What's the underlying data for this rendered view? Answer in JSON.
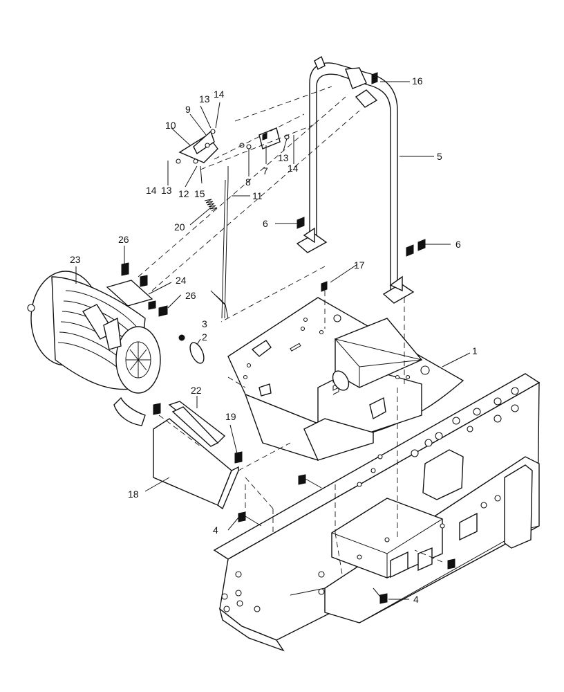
{
  "callouts": {
    "c1": "1",
    "c2": "2",
    "c3": "3",
    "c4a": "4",
    "c4b": "4",
    "c5": "5",
    "c6a": "6",
    "c6b": "6",
    "c7": "7",
    "c8": "8",
    "c9": "9",
    "c10": "10",
    "c11": "11",
    "c12": "12",
    "c13a": "13",
    "c13b": "13",
    "c13c": "13",
    "c14a": "14",
    "c14b": "14",
    "c14c": "14",
    "c15": "15",
    "c16": "16",
    "c17": "17",
    "c18": "18",
    "c19": "19",
    "c20": "20",
    "c22": "22",
    "c23": "23",
    "c24": "24",
    "c26a": "26",
    "c26b": "26"
  }
}
